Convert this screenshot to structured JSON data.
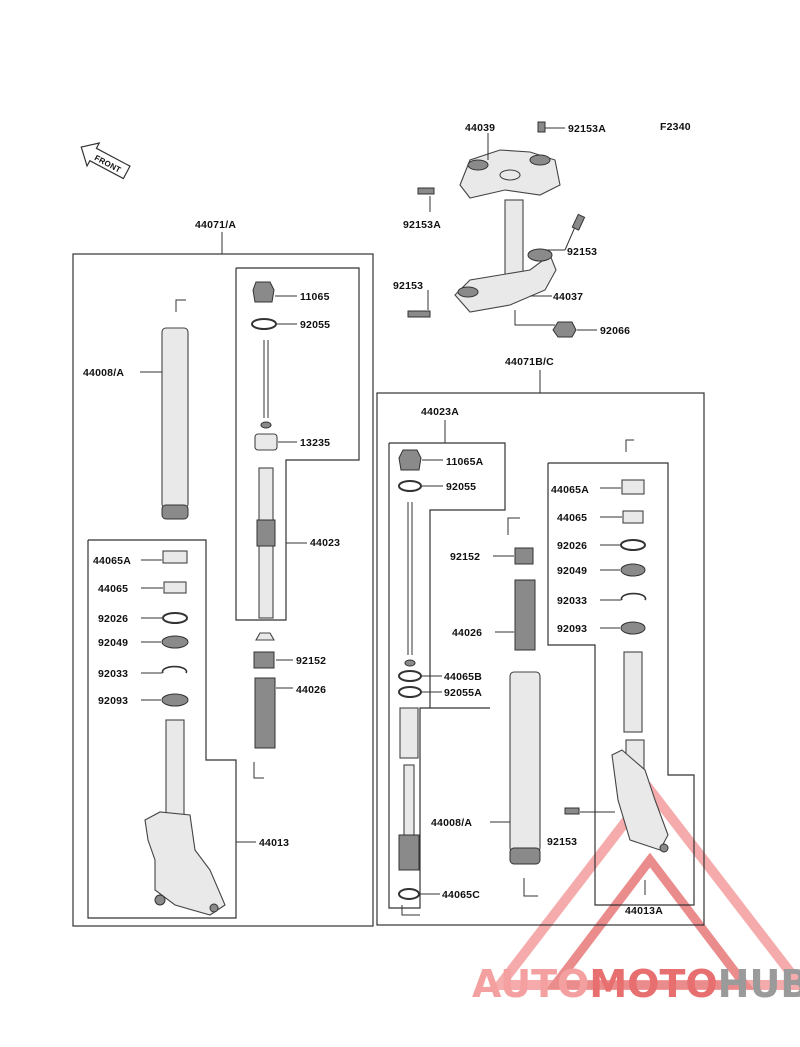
{
  "figure_code": "F2340",
  "front_label": "FRONT",
  "watermark": {
    "brand_a": "AUTO",
    "brand_b": "MOTO",
    "brand_c": "HUB",
    "colors": {
      "light": "#f5a0a0",
      "mid": "#e76f6f",
      "grey": "#9a9a9a"
    }
  },
  "assemblies": {
    "left": "44071/A",
    "right": "44071B/C",
    "cartridge_right": "44023A"
  },
  "labels": {
    "p44039": "44039",
    "p92153A_top": "92153A",
    "p92153A_left": "92153A",
    "p92153_right": "92153",
    "p92153_left": "92153",
    "p44037": "44037",
    "p92066": "92066",
    "L_44008A": "44008/A",
    "L_11065": "11065",
    "L_92055": "92055",
    "L_13235": "13235",
    "L_44023": "44023",
    "L_44065A": "44065A",
    "L_44065": "44065",
    "L_92026": "92026",
    "L_92049": "92049",
    "L_92033": "92033",
    "L_92093": "92093",
    "L_92152": "92152",
    "L_44026": "44026",
    "L_44013": "44013",
    "R_11065A": "11065A",
    "R_92055": "92055",
    "R_92152": "92152",
    "R_44026": "44026",
    "R_44065B": "44065B",
    "R_92055A": "92055A",
    "R_44008A": "44008/A",
    "R_44065C": "44065C",
    "R_44065A": "44065A",
    "R_44065": "44065",
    "R_92026": "92026",
    "R_92049": "92049",
    "R_92033": "92033",
    "R_92093": "92093",
    "R_92153": "92153",
    "R_44013A": "44013A"
  }
}
